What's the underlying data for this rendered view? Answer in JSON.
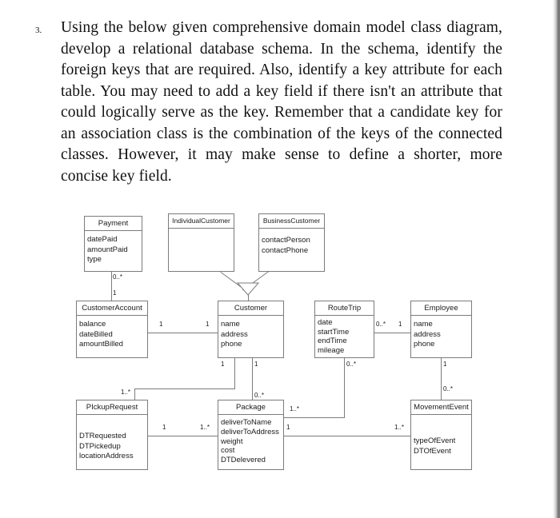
{
  "question": {
    "number": "3.",
    "text": "Using the below given comprehensive domain model class diagram, develop a relational database schema. In the schema, identify the foreign keys that are required. Also, identify a key attribute for each table. You may need to add a key field if there isn't an attribute that could logically serve as the key. Remember that a candidate key for an association class is the combination of the keys of the connected classes. However, it may make sense to define a shorter, more concise key field."
  },
  "diagram": {
    "classes": [
      {
        "id": "payment",
        "name": "Payment",
        "attributes": [
          "datePaid",
          "amountPaid",
          "type"
        ]
      },
      {
        "id": "individualcustomer",
        "name": "IndividualCustomer",
        "attributes": []
      },
      {
        "id": "businesscustomer",
        "name": "BusinessCustomer",
        "attributes": [
          "contactPerson",
          "contactPhone"
        ]
      },
      {
        "id": "customeraccount",
        "name": "CustomerAccount",
        "attributes": [
          "balance",
          "dateBilled",
          "amountBilled"
        ]
      },
      {
        "id": "customer",
        "name": "Customer",
        "attributes": [
          "name",
          "address",
          "phone"
        ]
      },
      {
        "id": "routetrip",
        "name": "RouteTrip",
        "attributes": [
          "date",
          "startTime",
          "endTime",
          "mileage"
        ]
      },
      {
        "id": "employee",
        "name": "Employee",
        "attributes": [
          "name",
          "address",
          "phone"
        ]
      },
      {
        "id": "pickuprequest",
        "name": "PIckupRequest",
        "attributes": [
          "DTRequested",
          "DTPickedup",
          "locationAddress"
        ]
      },
      {
        "id": "package",
        "name": "Package",
        "attributes": [
          "deliverToName",
          "deliverToAddress",
          "weight",
          "cost",
          "DTDelevered"
        ]
      },
      {
        "id": "movementevent",
        "name": "MovementEvent",
        "attributes": [
          "typeOfEvent",
          "DTOfEvent"
        ]
      }
    ],
    "multiplicities": {
      "payment_to_account": "0..*",
      "account_to_payment": "1",
      "account_to_customer": "1",
      "customer_to_account": "1",
      "routetrip_to_employee": "0..*",
      "employee_to_routetrip": "1",
      "customer_to_pickup_top": "1",
      "customer_to_package_top": "1",
      "pickup_from_customer": "1..*",
      "package_from_customer": "0..*",
      "routetrip_to_package": "0..*",
      "employee_to_movement": "1",
      "movement_from_employee": "0..*",
      "pickup_to_package": "1",
      "package_from_pickup": "1..*",
      "package_to_routetrip": "1..*",
      "package_to_movement": "1",
      "movement_from_package": "1..*"
    },
    "colors": {
      "line": "#7b7b7b",
      "text": "#1a1a1a",
      "background": "#ffffff"
    }
  }
}
